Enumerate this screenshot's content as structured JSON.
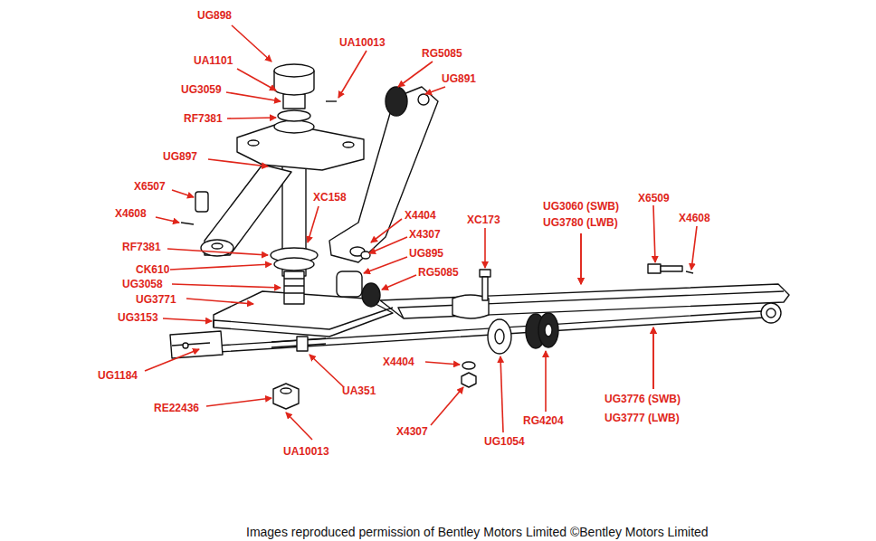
{
  "diagram": {
    "caption": "Images reproduced permission of Bentley Motors Limited ©Bentley Motors Limited",
    "labels": [
      "UG898",
      "UA10013",
      "RG5085",
      "UA1101",
      "UG891",
      "UG3059",
      "RF7381",
      "UG897",
      "X6507",
      "X6509",
      "XC158",
      "UG3060 (SWB)",
      "X4608",
      "X4404",
      "UG3780 (LWB)",
      "XC173",
      "X4608",
      "X4307",
      "RF7381",
      "UG895",
      "RG5085",
      "CK610",
      "UG3058",
      "UG3771",
      "UG3153",
      "UG1184",
      "X4404",
      "UA351",
      "UG3776 (SWB)",
      "RE22436",
      "UG3777 (LWB)",
      "RG4204",
      "X4307",
      "UG1054",
      "UA10013"
    ]
  }
}
